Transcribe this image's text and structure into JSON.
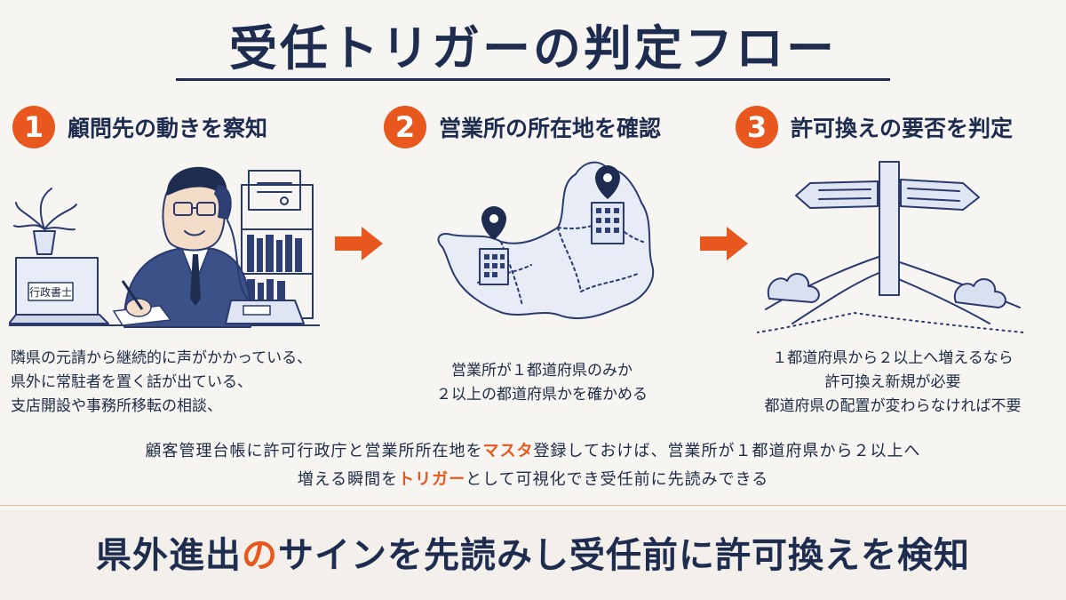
{
  "title": "受任トリガーの判定フロー",
  "steps": [
    {
      "num": "1",
      "title": "顧問先の動きを察知",
      "lines": [
        "隣県の元請から継続的に声がかかっている、",
        "県外に常駐者を置く話が出ている、",
        "支店開設や事務所移転の相談、"
      ],
      "laptop_label": "行政書士"
    },
    {
      "num": "2",
      "title": "営業所の所在地を確認",
      "lines": [
        "営業所が１都道府県のみか",
        "２以上の都道府県かを確かめる"
      ]
    },
    {
      "num": "3",
      "title": "許可換えの要否を判定",
      "lines": [
        "１都道府県から２以上へ増えるなら",
        "許可換え新規が必要",
        "都道府県の配置が変わらなければ不要"
      ]
    }
  ],
  "summary": {
    "l1a": "顧客管理台帳に許可行政庁と営業所所在地を",
    "l1hl": "マスタ",
    "l1b": "登録しておけば、営業所が１都道府県から２以上へ",
    "l2a": "増える瞬間を",
    "l2hl": "トリガー",
    "l2b": "として可視化でき受任前に先読みできる"
  },
  "footer": {
    "a": "県外進出",
    "hl": "の",
    "b": "サインを先読みし受任前に許可換えを検知"
  },
  "colors": {
    "accent": "#e8571d",
    "navy": "#1e2d4f",
    "sketch": "#2a3a6e"
  }
}
